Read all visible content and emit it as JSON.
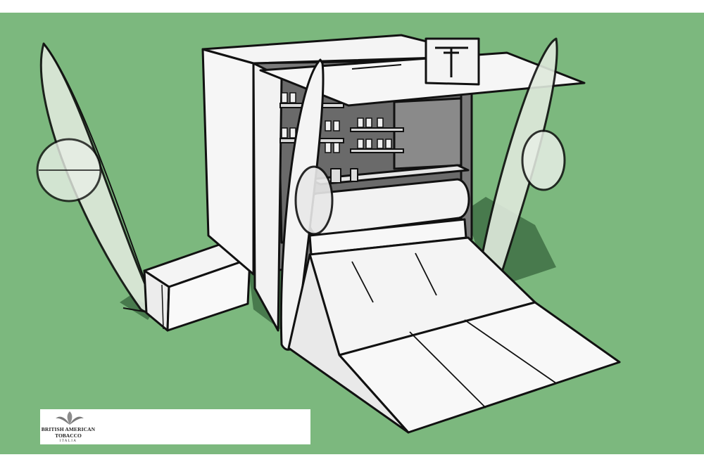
{
  "image": {
    "background_color": "#7cb87e",
    "page_color": "#ffffff",
    "line_color": "#111111",
    "panel_color": "#f4f4f4",
    "shadow_color": "#3f6f44",
    "interior_color": "#6f6f6f"
  },
  "logo": {
    "line1": "BRITISH AMERICAN",
    "line2": "TOBACCO",
    "line3": "ITALIA",
    "mark_icon": "leaf-icon"
  }
}
